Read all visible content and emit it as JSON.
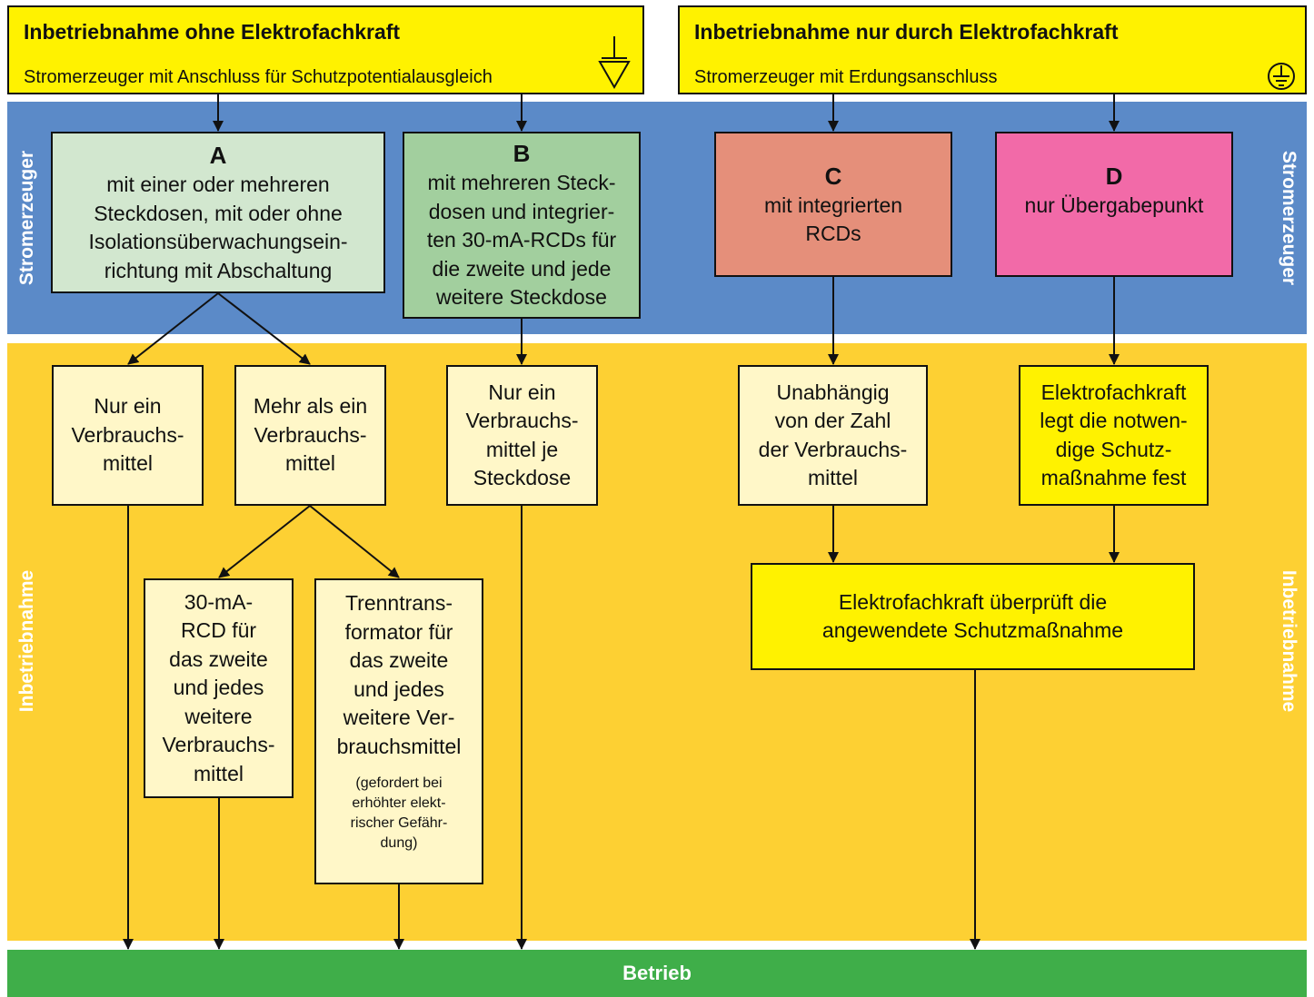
{
  "header_left": {
    "title": "Inbetriebnahme ohne Elektrofachkraft",
    "subtitle": "Stromerzeuger mit Anschluss für Schutzpotentialausgleich",
    "symbol": "equipotential-bonding-symbol"
  },
  "header_right": {
    "title": "Inbetriebnahme nur durch Elektrofachkraft",
    "subtitle": "Stromerzeuger mit Erdungsanschluss",
    "symbol": "protective-earth-symbol"
  },
  "band_labels": {
    "stromerzeuger": "Stromerzeuger",
    "inbetriebnahme": "Inbetriebnahme",
    "betrieb": "Betrieb"
  },
  "generators": {
    "a": {
      "letter": "A",
      "lines": [
        "mit einer oder mehreren",
        "Steckdosen, mit oder ohne",
        "Isolationsüberwachungsein-",
        "richtung mit Abschaltung"
      ]
    },
    "b": {
      "letter": "B",
      "lines": [
        "mit mehreren Steck-",
        "dosen und integrier-",
        "ten 30-mA-RCDs für",
        "die zweite und jede",
        "weitere Steckdose"
      ]
    },
    "c": {
      "letter": "C",
      "lines": [
        "mit integrierten",
        "RCDs"
      ]
    },
    "d": {
      "letter": "D",
      "lines": [
        "nur Übergabepunkt"
      ]
    }
  },
  "consumers": {
    "a1": {
      "lines": [
        "Nur ein",
        "Verbrauchs-",
        "mittel"
      ]
    },
    "a2": {
      "lines": [
        "Mehr als ein",
        "Verbrauchs-",
        "mittel"
      ]
    },
    "b1": {
      "lines": [
        "Nur ein",
        "Verbrauchs-",
        "mittel je",
        "Steckdose"
      ]
    },
    "c1": {
      "lines": [
        "Unabhängig",
        "von der Zahl",
        "der Verbrauchs-",
        "mittel"
      ]
    },
    "d1": {
      "lines": [
        "Elektrofachkraft",
        "legt die notwen-",
        "dige Schutz-",
        "maßnahme fest"
      ]
    }
  },
  "measures": {
    "rcd": {
      "lines": [
        "30-mA-",
        "RCD für",
        "das zweite",
        "und jedes",
        "weitere",
        "Verbrauchs-",
        "mittel"
      ]
    },
    "transformer": {
      "lines": [
        "Trenntrans-",
        "formator für",
        "das zweite",
        "und jedes",
        "weitere Ver-",
        "brauchsmittel"
      ],
      "note_lines": [
        "(gefordert bei",
        "erhöhter elekt-",
        "rischer Gefähr-",
        "dung)"
      ]
    },
    "check": {
      "lines": [
        "Elektrofachkraft überprüft die",
        "angewendete Schutzmaßnahme"
      ]
    }
  },
  "colors": {
    "band_blue": "#5b8ac8",
    "band_yellow": "#fdd033",
    "band_green": "#3fae49",
    "header_yellow": "#fff200",
    "box_a": "#d2e7cf",
    "box_b": "#a2cf9e",
    "box_c": "#e58f7a",
    "box_d": "#f26aa8",
    "box_light": "#fff7c8"
  }
}
